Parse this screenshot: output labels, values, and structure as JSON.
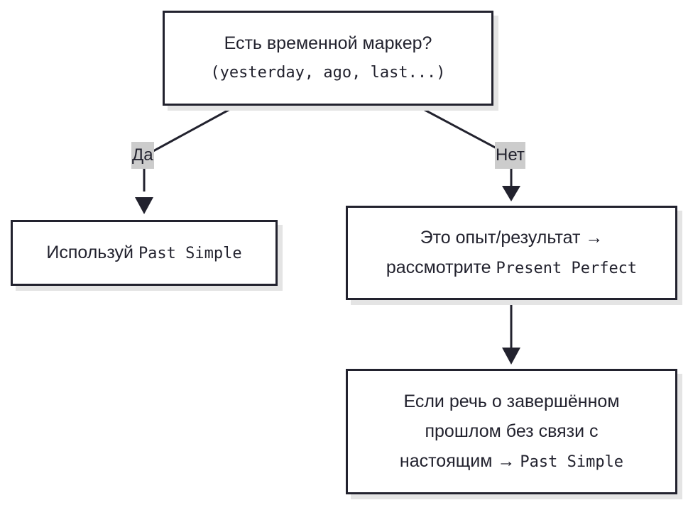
{
  "nodes": {
    "start": {
      "line1": "Есть временной маркер?",
      "line2": "(yesterday, ago, last...)"
    },
    "yes_result": {
      "text_ru": "Используй ",
      "text_en": "Past Simple"
    },
    "no_result": {
      "line1": "Это опыт/результат →",
      "line2_ru": "рассмотрите ",
      "line2_en": "Present Perfect"
    },
    "final": {
      "line1": "Если речь о завершённом",
      "line2": "прошлом без связи с",
      "line3_ru": "настоящим → ",
      "line3_en": "Past Simple"
    }
  },
  "edges": {
    "yes_label": "Да",
    "no_label": "Нет"
  },
  "colors": {
    "stroke": "#22222e",
    "shadow": "#e4e4e4",
    "label_bg": "#cccccc"
  }
}
